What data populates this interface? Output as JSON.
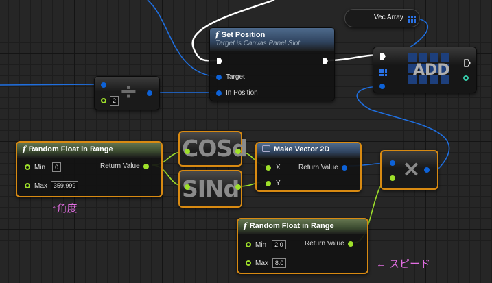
{
  "nodes": {
    "vec_array": {
      "label": "Vec Array"
    },
    "set_position": {
      "title": "Set Position",
      "subtitle": "Target is Canvas Panel Slot",
      "pins": {
        "target": "Target",
        "in_position": "In Position"
      }
    },
    "add": {
      "label": "ADD"
    },
    "divide": {
      "symbol": "÷",
      "value": "2"
    },
    "random_angle": {
      "title": "Random Float in Range",
      "min_label": "Min",
      "min_value": "0",
      "max_label": "Max",
      "max_value": "359.999",
      "return_label": "Return Value"
    },
    "cos": {
      "label": "COSd"
    },
    "sin": {
      "label": "SINd"
    },
    "make_vector": {
      "title": "Make Vector 2D",
      "x_label": "X",
      "y_label": "Y",
      "return_label": "Return Value"
    },
    "multiply": {
      "symbol": "×"
    },
    "random_speed": {
      "title": "Random Float in Range",
      "min_label": "Min",
      "min_value": "2.0",
      "max_label": "Max",
      "max_value": "8.0",
      "return_label": "Return Value"
    }
  },
  "comments": {
    "angle": "↑角度",
    "speed": "← スピード"
  },
  "colors": {
    "selection": "#d88a12",
    "float_pin": "#9ee02a",
    "struct_pin": "#0d62d8",
    "exec_wire": "#ffffff",
    "comment": "#e36ee3"
  }
}
